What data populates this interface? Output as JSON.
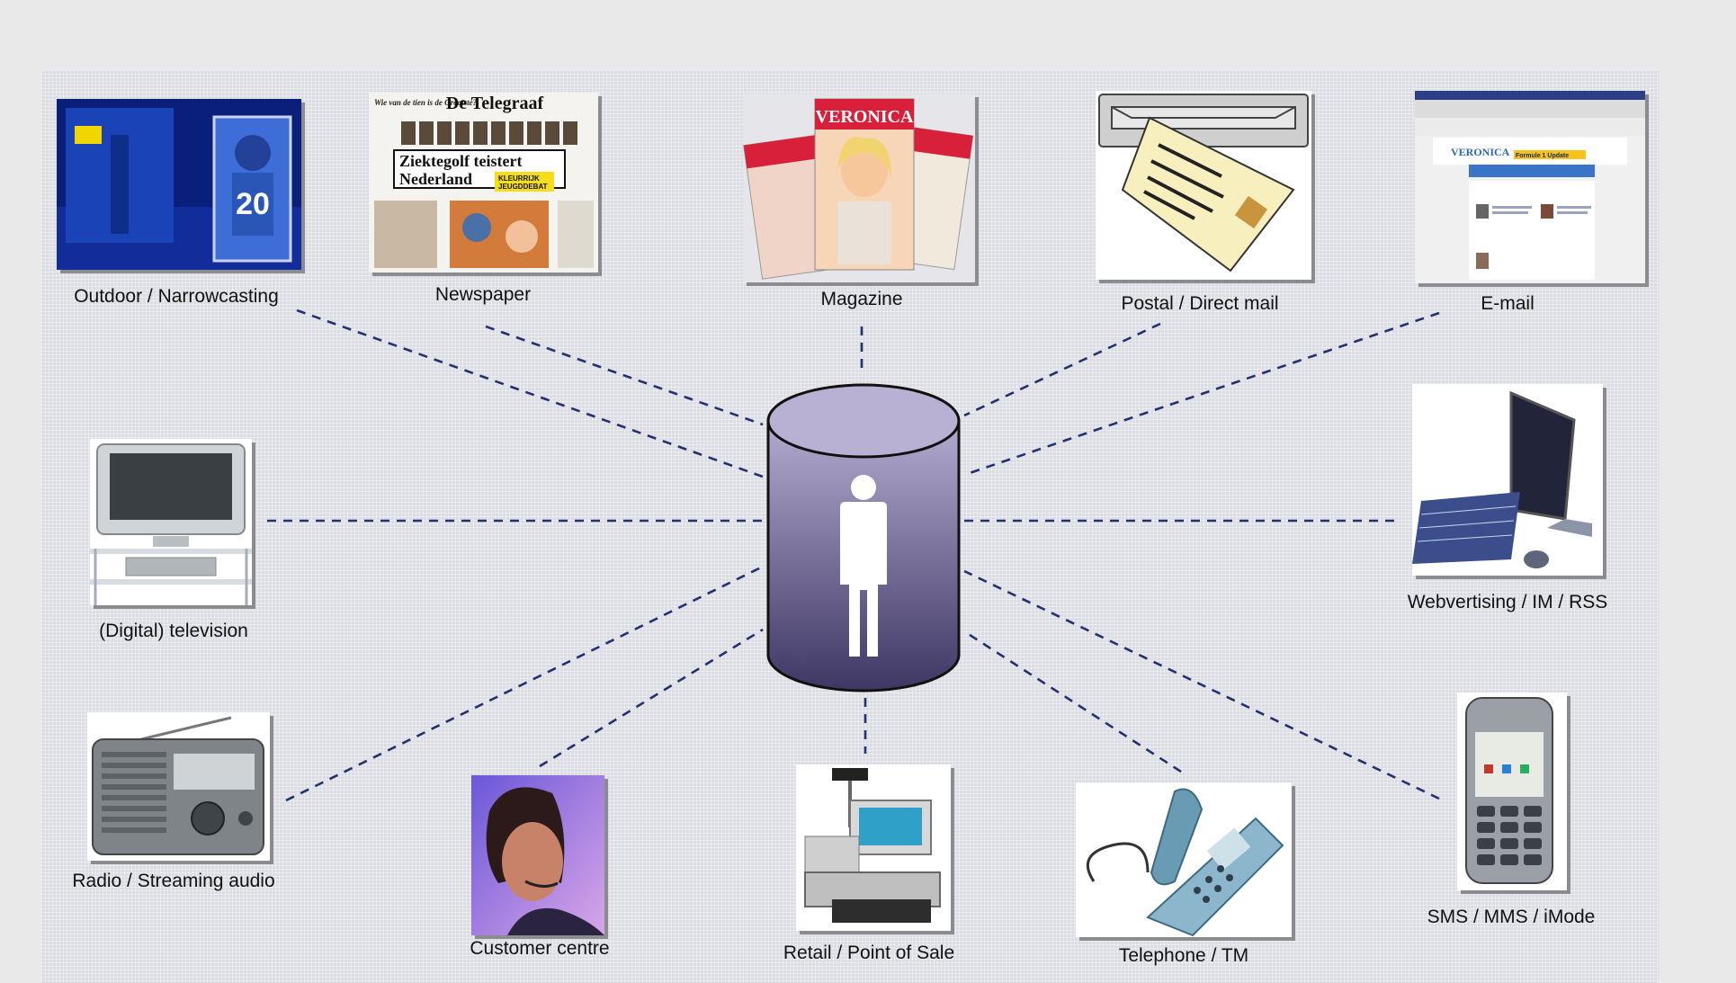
{
  "center": {
    "icon": "person-database-icon"
  },
  "channels": [
    {
      "id": "outdoor",
      "label": "Outdoor / Narrowcasting",
      "icon": "billboard-photo-icon"
    },
    {
      "id": "newspaper",
      "label": "Newspaper",
      "icon": "newspaper-photo-icon"
    },
    {
      "id": "magazine",
      "label": "Magazine",
      "icon": "magazine-photo-icon"
    },
    {
      "id": "postal",
      "label": "Postal / Direct mail",
      "icon": "mail-slot-icon"
    },
    {
      "id": "email",
      "label": "E-mail",
      "icon": "email-client-icon"
    },
    {
      "id": "television",
      "label": "(Digital) television",
      "icon": "television-icon"
    },
    {
      "id": "web",
      "label": "Webvertising / IM / RSS",
      "icon": "computer-icon"
    },
    {
      "id": "radio",
      "label": "Radio / Streaming audio",
      "icon": "radio-icon"
    },
    {
      "id": "customer",
      "label": "Customer centre",
      "icon": "headset-agent-icon"
    },
    {
      "id": "retail",
      "label": "Retail / Point of Sale",
      "icon": "cash-register-icon"
    },
    {
      "id": "telephone",
      "label": "Telephone / TM",
      "icon": "desk-phone-icon"
    },
    {
      "id": "sms",
      "label": "SMS / MMS / iMode",
      "icon": "mobile-phone-icon"
    }
  ],
  "thumb_text": {
    "newspaper_masthead": "De Telegraaf",
    "newspaper_kicker": "Wie van de tien is de Grootste?",
    "newspaper_headline_1": "Ziektegolf teistert",
    "newspaper_headline_2": "Nederland",
    "newspaper_box_1": "KLEURRIJK",
    "newspaper_box_2": "JEUGDDEBAT",
    "magazine_masthead": "VERONICA",
    "email_brand": "VERONICA",
    "email_subject": "Formule 1 Update",
    "outdoor_number": "20"
  },
  "colors": {
    "connector": "#24306f",
    "cylinder_top": "#b4abd0",
    "cylinder_bottom": "#3e3764",
    "person": "#ffffff"
  }
}
